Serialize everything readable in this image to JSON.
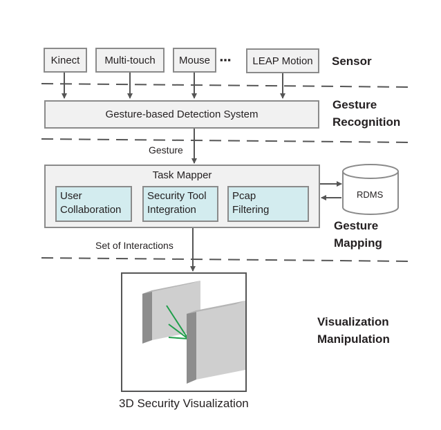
{
  "sensors": [
    "Kinect",
    "Multi-touch",
    "Mouse",
    "LEAP Motion"
  ],
  "ellipsis": "▪▪▪",
  "detection_system": "Gesture-based Detection System",
  "edge_gesture": "Gesture",
  "task_mapper": {
    "title": "Task Mapper",
    "tasks": [
      {
        "line1": "User",
        "line2": "Collaboration"
      },
      {
        "line1": "Security Tool",
        "line2": "Integration"
      },
      {
        "line1": "Pcap",
        "line2": "Filtering"
      }
    ]
  },
  "database": "RDMS",
  "edge_interactions": "Set of Interactions",
  "visualization_caption": "3D Security Visualization",
  "stages": {
    "sensor": "Sensor",
    "recognition_1": "Gesture",
    "recognition_2": "Recognition",
    "mapping_1": "Gesture",
    "mapping_2": "Mapping",
    "manipulation_1": "Visualization",
    "manipulation_2": "Manipulation"
  },
  "colors": {
    "box_fill": "#f1f1f1",
    "task_fill": "#d3ecef",
    "stroke": "#8a8a8a",
    "ray": "#1f9e4a"
  }
}
